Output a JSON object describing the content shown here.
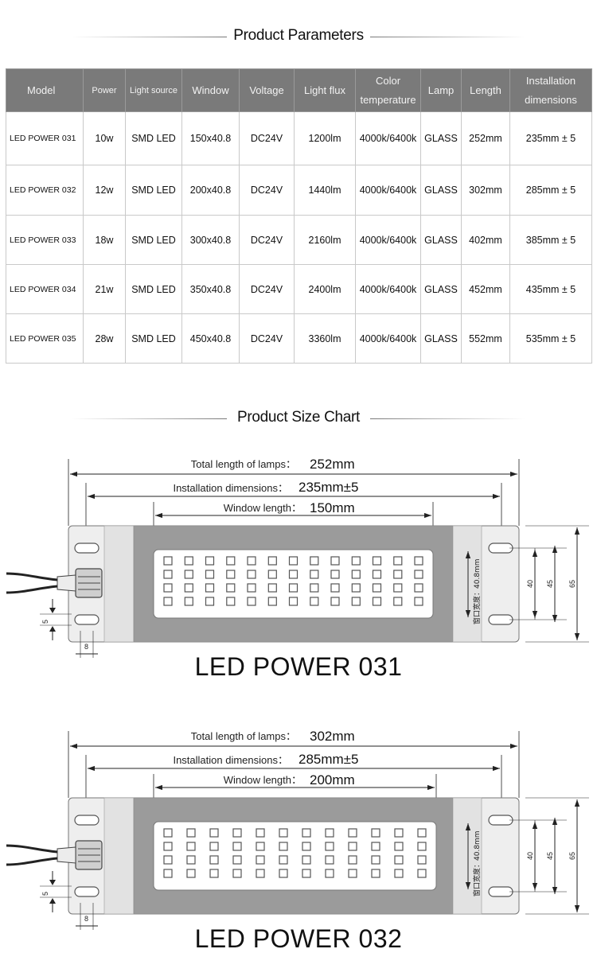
{
  "params_title": "Product Parameters",
  "size_title": "Product Size Chart",
  "table": {
    "headers": [
      "Model",
      "Power",
      "Light source",
      "Window",
      "Voltage",
      "Light flux",
      "Color temperature",
      "Lamp",
      "Length",
      "Installation dimensions"
    ],
    "rows": [
      [
        "LED POWER 031",
        "10w",
        "SMD LED",
        "150x40.8",
        "DC24V",
        "1200lm",
        "4000k/6400k",
        "GLASS",
        "252mm",
        "235mm ± 5"
      ],
      [
        "LED POWER 032",
        "12w",
        "SMD LED",
        "200x40.8",
        "DC24V",
        "1440lm",
        "4000k/6400k",
        "GLASS",
        "302mm",
        "285mm ± 5"
      ],
      [
        "LED POWER 033",
        "18w",
        "SMD LED",
        "300x40.8",
        "DC24V",
        "2160lm",
        "4000k/6400k",
        "GLASS",
        "402mm",
        "385mm ± 5"
      ],
      [
        "LED POWER 034",
        "21w",
        "SMD LED",
        "350x40.8",
        "DC24V",
        "2400lm",
        "4000k/6400k",
        "GLASS",
        "452mm",
        "435mm ± 5"
      ],
      [
        "LED POWER 035",
        "28w",
        "SMD LED",
        "450x40.8",
        "DC24V",
        "3360lm",
        "4000k/6400k",
        "GLASS",
        "552mm",
        "535mm ± 5"
      ]
    ]
  },
  "drawings": [
    {
      "model": "LED POWER 031",
      "total_label": "Total length of lamps：",
      "total_value": "252mm",
      "install_label": "Installation dimensions：",
      "install_value": "235mm±5",
      "window_label": "Window length：",
      "window_value": "150mm",
      "window_width_note": "窗口宽度：40.8mm",
      "dim_40": "40",
      "dim_45": "45",
      "dim_65": "65",
      "dim_5": "5",
      "dim_8": "8",
      "led_grid": {
        "columns": 13,
        "rows": 4
      }
    },
    {
      "model": "LED POWER 032",
      "total_label": "Total length of lamps：",
      "total_value": "302mm",
      "install_label": "Installation dimensions：",
      "install_value": "285mm±5",
      "window_label": "Window length：",
      "window_value": "200mm",
      "window_width_note": "窗口宽度：40.8mm",
      "dim_40": "40",
      "dim_45": "45",
      "dim_65": "65",
      "dim_5": "5",
      "dim_8": "8",
      "led_grid": {
        "columns": 12,
        "rows": 4
      }
    }
  ],
  "colors": {
    "header_bg": "#7a7a7a",
    "lamp_body": "#9b9b9b",
    "end_cap": "#e4e4e4",
    "led_square": "#555555"
  }
}
